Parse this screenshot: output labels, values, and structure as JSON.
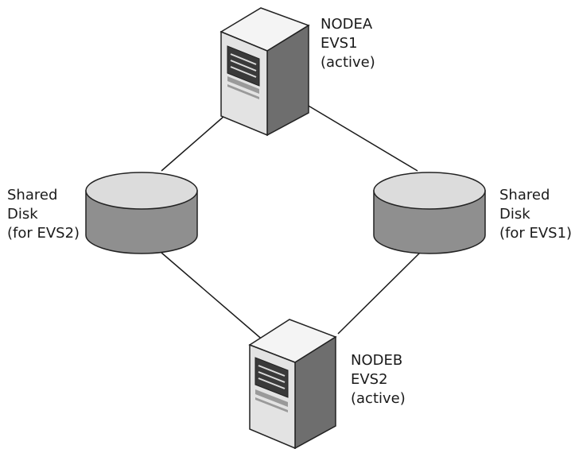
{
  "node_a": {
    "name": "NODEA",
    "evs": "EVS1",
    "state": "(active)"
  },
  "node_b": {
    "name": "NODEB",
    "evs": "EVS2",
    "state": "(active)"
  },
  "disk_left": {
    "line1": "Shared",
    "line2": "Disk",
    "line3": "(for EVS2)"
  },
  "disk_right": {
    "line1": "Shared",
    "line2": "Disk",
    "line3": "(for EVS1)"
  },
  "colors": {
    "server_front": "#e3e3e3",
    "server_top": "#f4f4f4",
    "server_side": "#6e6e6e",
    "disk_body": "#8f8f8f",
    "disk_top": "#dcdcdc",
    "line": "#1a1a1a"
  }
}
